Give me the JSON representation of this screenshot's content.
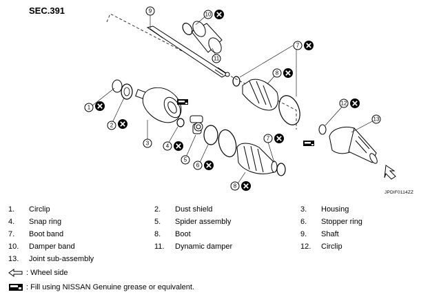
{
  "section": "SEC.391",
  "figure_code": "JPDIF0114ZZ",
  "callouts": {
    "c1": "1",
    "c2": "2",
    "c3": "3",
    "c4": "4",
    "c5": "5",
    "c6": "6",
    "c7a": "7",
    "c7b": "7",
    "c8a": "8",
    "c8b": "8",
    "c9": "9",
    "c10": "10",
    "c11": "11",
    "c12": "12",
    "c13": "13"
  },
  "legend": [
    [
      {
        "num": "1.",
        "label": "Circlip"
      },
      {
        "num": "2.",
        "label": "Dust shield"
      },
      {
        "num": "3.",
        "label": "Housing"
      }
    ],
    [
      {
        "num": "4.",
        "label": "Snap ring"
      },
      {
        "num": "5.",
        "label": "Spider assembly"
      },
      {
        "num": "6.",
        "label": "Stopper ring"
      }
    ],
    [
      {
        "num": "7.",
        "label": "Boot band"
      },
      {
        "num": "8.",
        "label": "Boot"
      },
      {
        "num": "9.",
        "label": "Shaft"
      }
    ],
    [
      {
        "num": "10.",
        "label": "Damper band"
      },
      {
        "num": "11.",
        "label": "Dynamic damper"
      },
      {
        "num": "12.",
        "label": "Circlip"
      }
    ],
    [
      {
        "num": "13.",
        "label": "Joint sub-assembly"
      }
    ]
  ],
  "notes": {
    "wheel_side": ": Wheel side",
    "grease": ": Fill using NISSAN Genuine grease or equivalent."
  },
  "icons": [
    "no-reuse-icon",
    "grease-icon",
    "wheel-side-arrow-icon"
  ]
}
